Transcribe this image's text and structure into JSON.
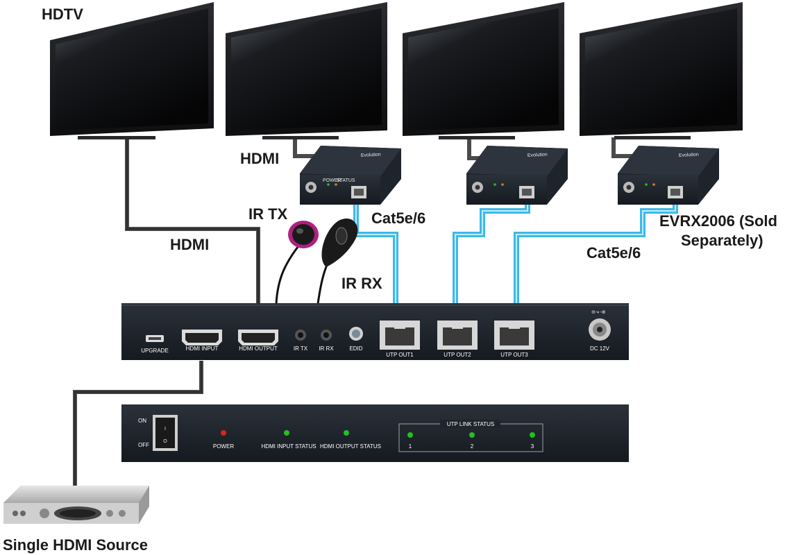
{
  "labels": {
    "hdtv": "HDTV",
    "hdmi_top": "HDMI",
    "hdmi_left": "HDMI",
    "ir_tx": "IR TX",
    "ir_rx": "IR RX",
    "cat_top": "Cat5e/6",
    "cat_bottom": "Cat5e/6",
    "evrx_line1": "EVRX2006 (Sold",
    "evrx_line2": "Separately)",
    "source": "Single HDMI Source"
  },
  "back_panel": {
    "ports": [
      {
        "label": "UPGRADE"
      },
      {
        "label": "HDMI INPUT"
      },
      {
        "label": "HDMI OUTPUT"
      },
      {
        "label": "IR TX"
      },
      {
        "label": "IR RX"
      },
      {
        "label": "EDID"
      },
      {
        "label": "UTP OUT1"
      },
      {
        "label": "UTP OUT2"
      },
      {
        "label": "UTP OUT3"
      },
      {
        "label": "DC 12V"
      }
    ]
  },
  "front_panel": {
    "on": "ON",
    "off": "OFF",
    "power": "POWER",
    "hdmi_input_status": "HDMI INPUT STATUS",
    "hdmi_output_status": "HDMI OUTPUT STATUS",
    "utp_link_status": "UTP LINK STATUS",
    "utp_numbers": [
      "1",
      "2",
      "3"
    ]
  },
  "receiver": {
    "brand": "Evolution",
    "power": "POWER",
    "status": "STATUS"
  },
  "colors": {
    "cat_cable": "#3fb8e8",
    "hdmi_cable": "#3a3a3a",
    "chassis": "#1c2128",
    "led_red": "#e02020",
    "led_green": "#22c022"
  }
}
